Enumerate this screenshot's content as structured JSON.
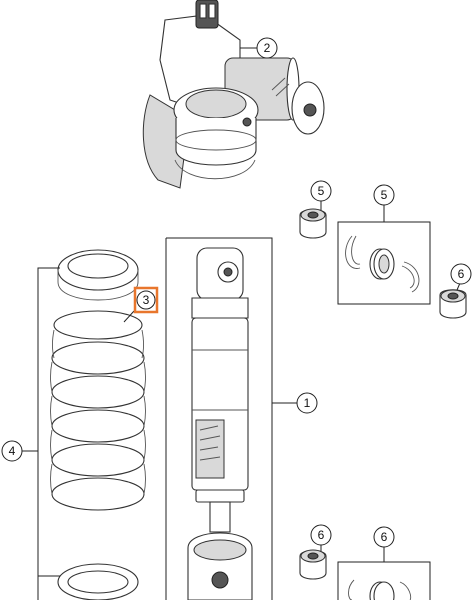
{
  "callouts": [
    {
      "id": "c1",
      "label": "1"
    },
    {
      "id": "c2",
      "label": "2"
    },
    {
      "id": "c3",
      "label": "3",
      "highlighted": true
    },
    {
      "id": "c4",
      "label": "4"
    },
    {
      "id": "c5a",
      "label": "5"
    },
    {
      "id": "c5b",
      "label": "5"
    },
    {
      "id": "c6a",
      "label": "6"
    },
    {
      "id": "c6b",
      "label": "6"
    },
    {
      "id": "c6c",
      "label": "6"
    }
  ],
  "colors": {
    "highlight": "#e8762c",
    "line": "#222222",
    "part_shade": "#d9d9d9"
  }
}
